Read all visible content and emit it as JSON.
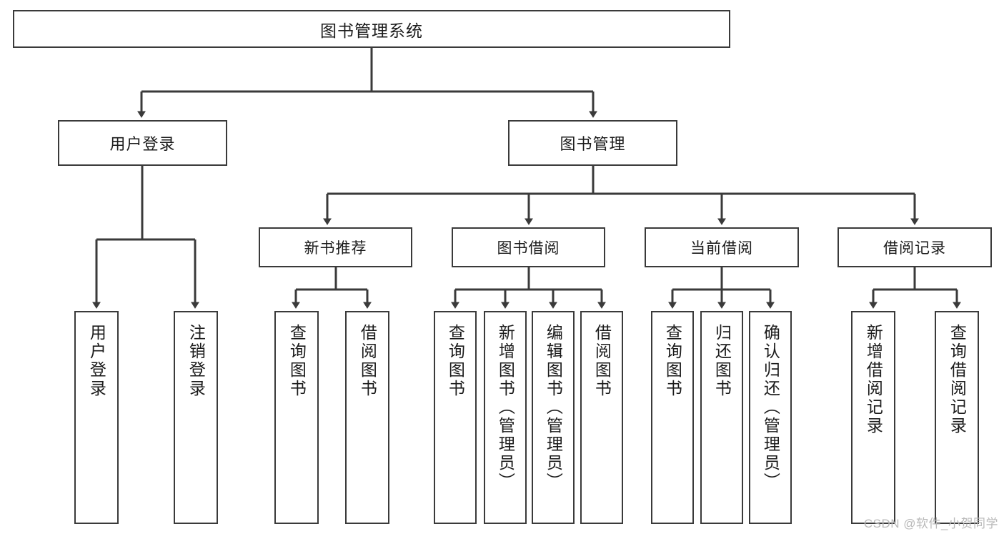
{
  "diagram": {
    "title": "图书管理系统",
    "type": "tree",
    "colors": {
      "box_border": "#3a3a3a",
      "box_fill": "#ffffff",
      "connector": "#3a3a3a",
      "text": "#1b1b1b",
      "watermark": "#b9b9b9"
    },
    "root": {
      "label": "图书管理系统"
    },
    "level2": [
      {
        "label": "用户登录"
      },
      {
        "label": "图书管理"
      }
    ],
    "level3": [
      {
        "label": "新书推荐"
      },
      {
        "label": "图书借阅"
      },
      {
        "label": "当前借阅"
      },
      {
        "label": "借阅记录"
      }
    ],
    "leaves": {
      "user_login": [
        {
          "label": "用户登录"
        },
        {
          "label": "注销登录"
        }
      ],
      "new_book_recommend": [
        {
          "label": "查询图书"
        },
        {
          "label": "借阅图书"
        }
      ],
      "book_borrow": [
        {
          "label": "查询图书"
        },
        {
          "label": "新增图书（管理员）"
        },
        {
          "label": "编辑图书（管理员）"
        },
        {
          "label": "借阅图书"
        }
      ],
      "current_borrow": [
        {
          "label": "查询图书"
        },
        {
          "label": "归还图书"
        },
        {
          "label": "确认归还（管理员）"
        }
      ],
      "borrow_record": [
        {
          "label": "新增借阅记录"
        },
        {
          "label": "查询借阅记录"
        }
      ]
    }
  },
  "watermark": {
    "text": "CSDN @软件_小贺同学"
  }
}
